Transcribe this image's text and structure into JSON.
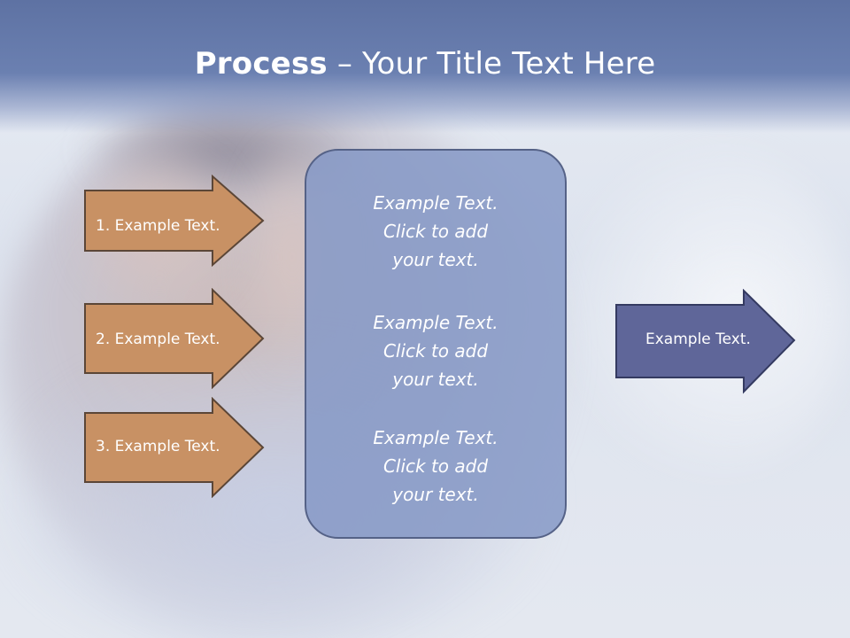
{
  "slide": {
    "title_bold": "Process",
    "title_rest": " – Your Title Text Here",
    "input_arrows": [
      {
        "label": "1. Example Text."
      },
      {
        "label": "2. Example Text."
      },
      {
        "label": "3. Example Text."
      }
    ],
    "center_box": {
      "paragraphs": [
        {
          "line1": "Example Text.",
          "line2": "Click  to add",
          "line3": "your text."
        },
        {
          "line1": "Example Text.",
          "line2": "Click  to add",
          "line3": "your text."
        },
        {
          "line1": "Example Text.",
          "line2": "Click  to add",
          "line3": "your text."
        }
      ]
    },
    "output_arrow": {
      "label": "Example Text."
    }
  },
  "colors": {
    "title_band": "#6b80b1",
    "input_arrow_fill": "#c89164",
    "input_arrow_border": "#5b4637",
    "center_box_fill": "#8699c6",
    "center_box_border": "#556287",
    "output_arrow_fill": "#5f6699",
    "output_arrow_border": "#343a61",
    "text": "#ffffff"
  }
}
